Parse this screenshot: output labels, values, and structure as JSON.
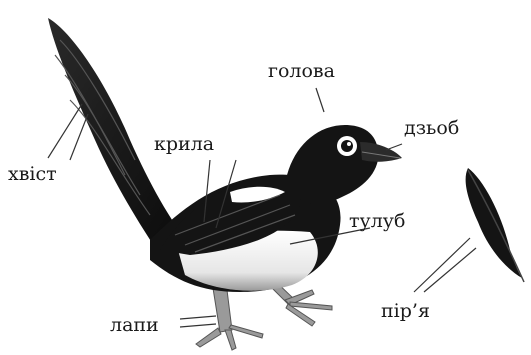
{
  "labels": {
    "head": "голова",
    "beak": "дзьоб",
    "wings": "крила",
    "tail": "хвіст",
    "body": "тулуб",
    "legs": "лапи",
    "feather": "пір’я"
  },
  "colors": {
    "black": "#141414",
    "white": "#ffffff",
    "grey": "#8a8a8a",
    "legs": "#9a9a9a",
    "pointer": "#333333"
  }
}
